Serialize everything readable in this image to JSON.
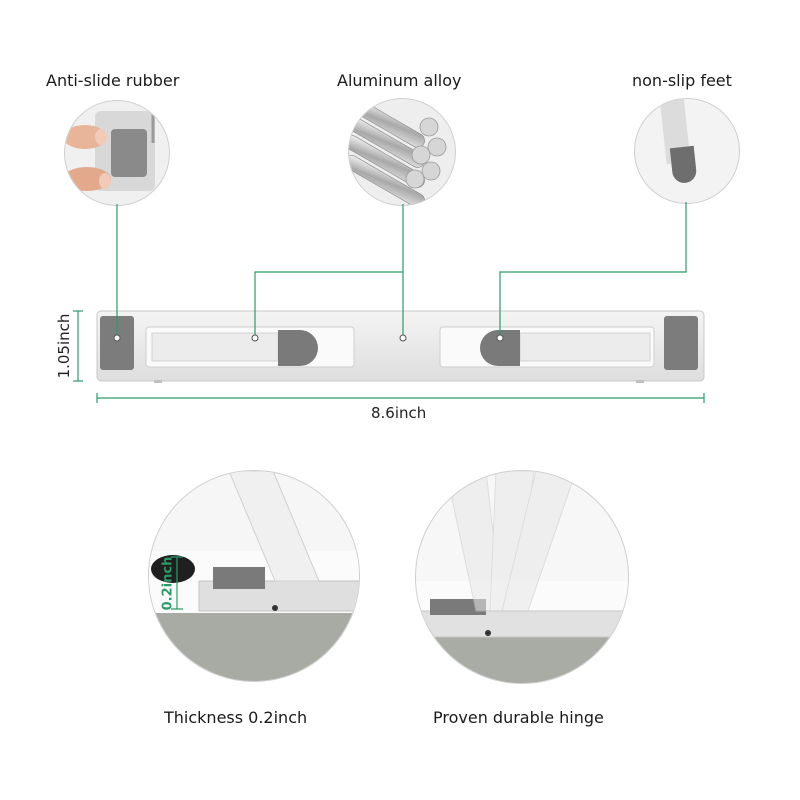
{
  "callouts": {
    "anti_slide": "Anti-slide rubber",
    "aluminum": "Aluminum alloy",
    "non_slip": "non-slip feet"
  },
  "dimensions": {
    "height": "1.05inch",
    "width": "8.6inch",
    "thickness_marker": "0.2inch"
  },
  "captions": {
    "thickness": "Thickness 0.2inch",
    "hinge": "Proven durable hinge"
  },
  "colors": {
    "accent_line": "#2e9a6a",
    "rubber": "#7a7a7a",
    "aluminum": "#e6e6e6"
  }
}
